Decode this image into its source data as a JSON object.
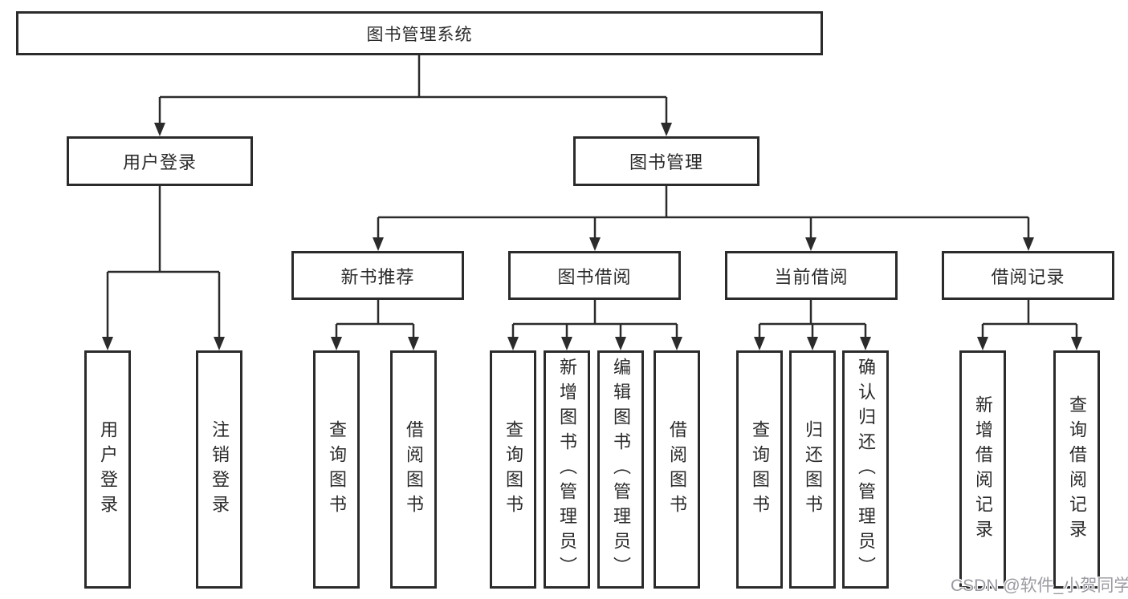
{
  "root": {
    "label": "图书管理系统"
  },
  "level2": [
    {
      "label": "用户登录",
      "leaves": [
        {
          "label": "用户登录"
        },
        {
          "label": "注销登录"
        }
      ]
    },
    {
      "label": "图书管理",
      "children": [
        {
          "label": "新书推荐",
          "leaves": [
            {
              "label": "查询图书"
            },
            {
              "label": "借阅图书"
            }
          ]
        },
        {
          "label": "图书借阅",
          "leaves": [
            {
              "label": "查询图书"
            },
            {
              "label": "新增图书（管理员）"
            },
            {
              "label": "编辑图书（管理员）"
            },
            {
              "label": "借阅图书"
            }
          ]
        },
        {
          "label": "当前借阅",
          "leaves": [
            {
              "label": "查询图书"
            },
            {
              "label": "归还图书"
            },
            {
              "label": "确认归还（管理员）"
            }
          ]
        },
        {
          "label": "借阅记录",
          "leaves": [
            {
              "label": "新增借阅记录"
            },
            {
              "label": "查询借阅记录"
            }
          ]
        }
      ]
    }
  ],
  "watermark": {
    "text": "CSDN @软件_小贺同学"
  },
  "colors": {
    "line": "#2b2b2b",
    "text": "#2a2a2a",
    "background": "#ffffff",
    "watermark": "#9b99a1"
  }
}
